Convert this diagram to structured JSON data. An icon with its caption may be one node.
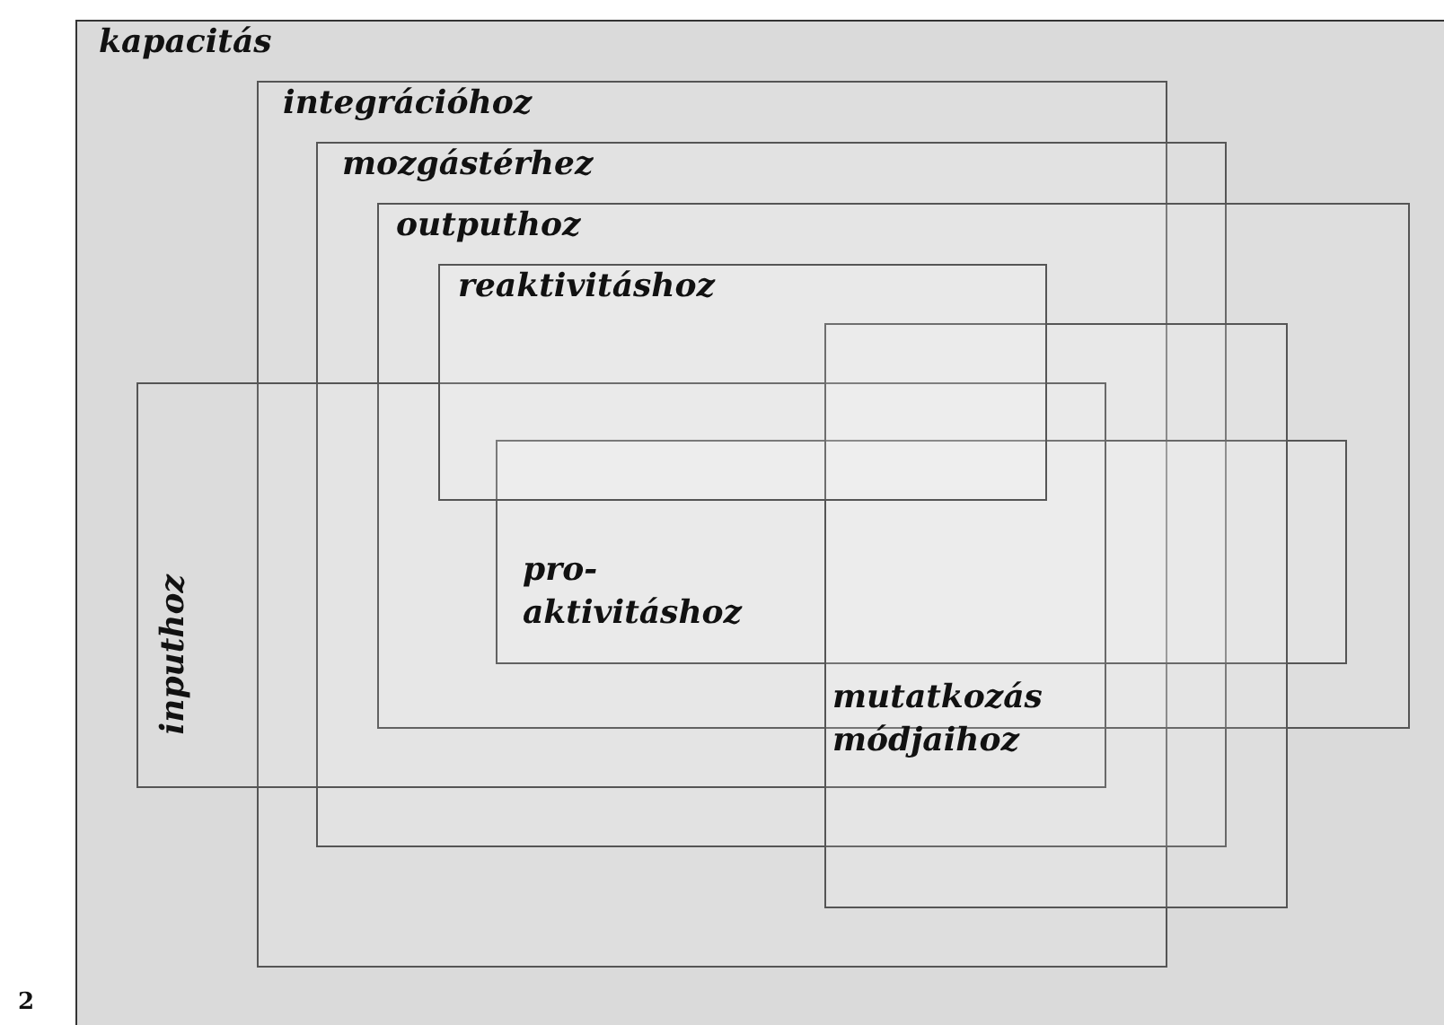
{
  "diagram": {
    "nodes": [
      {
        "text": [
          "kapacitás"
        ]
      },
      {
        "text": [
          "integrációhoz"
        ],
        "in": 0
      },
      {
        "text": [
          "mozgástérhez"
        ],
        "in": 0
      },
      {
        "text": [
          "outputhoz"
        ],
        "in": 0
      },
      {
        "text": [
          "reaktivitáshoz"
        ]
      },
      {
        "text": [
          "inputhoz"
        ],
        "in": 0
      },
      {
        "text": [
          "pro- aktivitáshoz"
        ],
        "in": 3
      },
      {
        "text": [
          "mutatkozás módjaihoz"
        ],
        "in": 0
      }
    ],
    "labels": [
      "2"
    ]
  }
}
